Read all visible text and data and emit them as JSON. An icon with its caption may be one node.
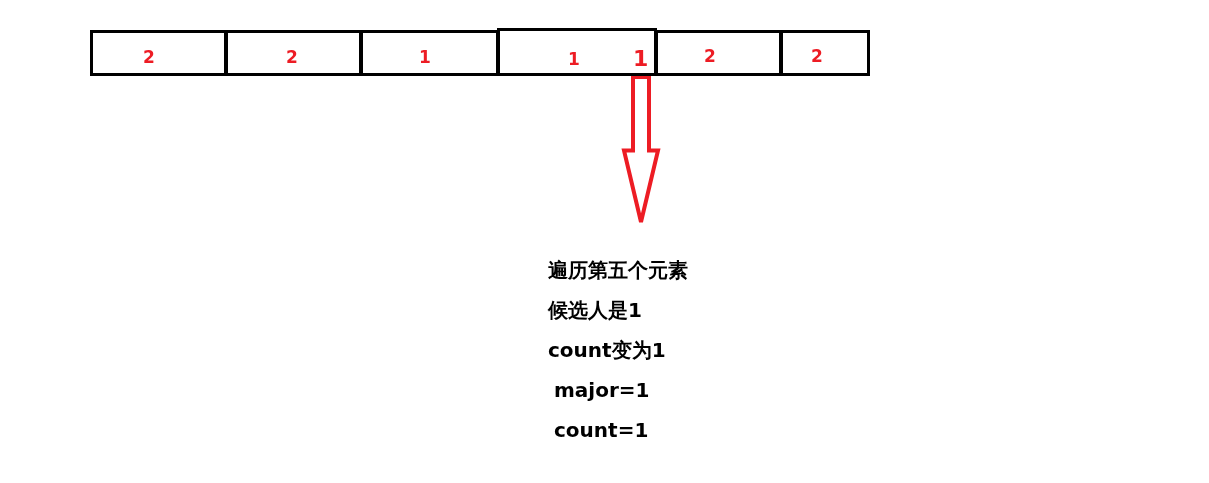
{
  "diagram": {
    "nodes": [
      {
        "text": [
          "2"
        ]
      },
      {
        "text": [
          "2"
        ]
      },
      {
        "text": [
          "1"
        ]
      },
      {
        "text": [
          "1"
        ]
      },
      {
        "text": [
          "2"
        ]
      },
      {
        "text": [
          "2"
        ]
      },
      {
        "text": [
          "1"
        ],
        "in": 3
      },
      {
        "text": [
          "遍历第五个元素",
          "候选人是1",
          "count变为1",
          "major=1",
          "count=1"
        ]
      }
    ],
    "edges": [
      {
        "from": 6,
        "to": 7,
        "arrow": "to",
        "style": "thick",
        "color": "#ed1c24"
      }
    ]
  }
}
